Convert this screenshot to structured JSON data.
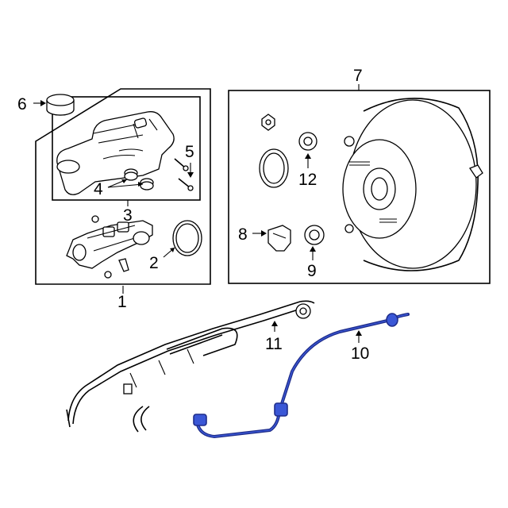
{
  "callouts": {
    "c1": "1",
    "c2": "2",
    "c3": "3",
    "c4": "4",
    "c5": "5",
    "c6": "6",
    "c7": "7",
    "c8": "8",
    "c9": "9",
    "c10": "10",
    "c11": "11",
    "c12": "12"
  },
  "colors": {
    "line": "#000000",
    "highlight": "#1f2d8a",
    "highlight_inner": "#3a57d6",
    "background": "#ffffff"
  }
}
